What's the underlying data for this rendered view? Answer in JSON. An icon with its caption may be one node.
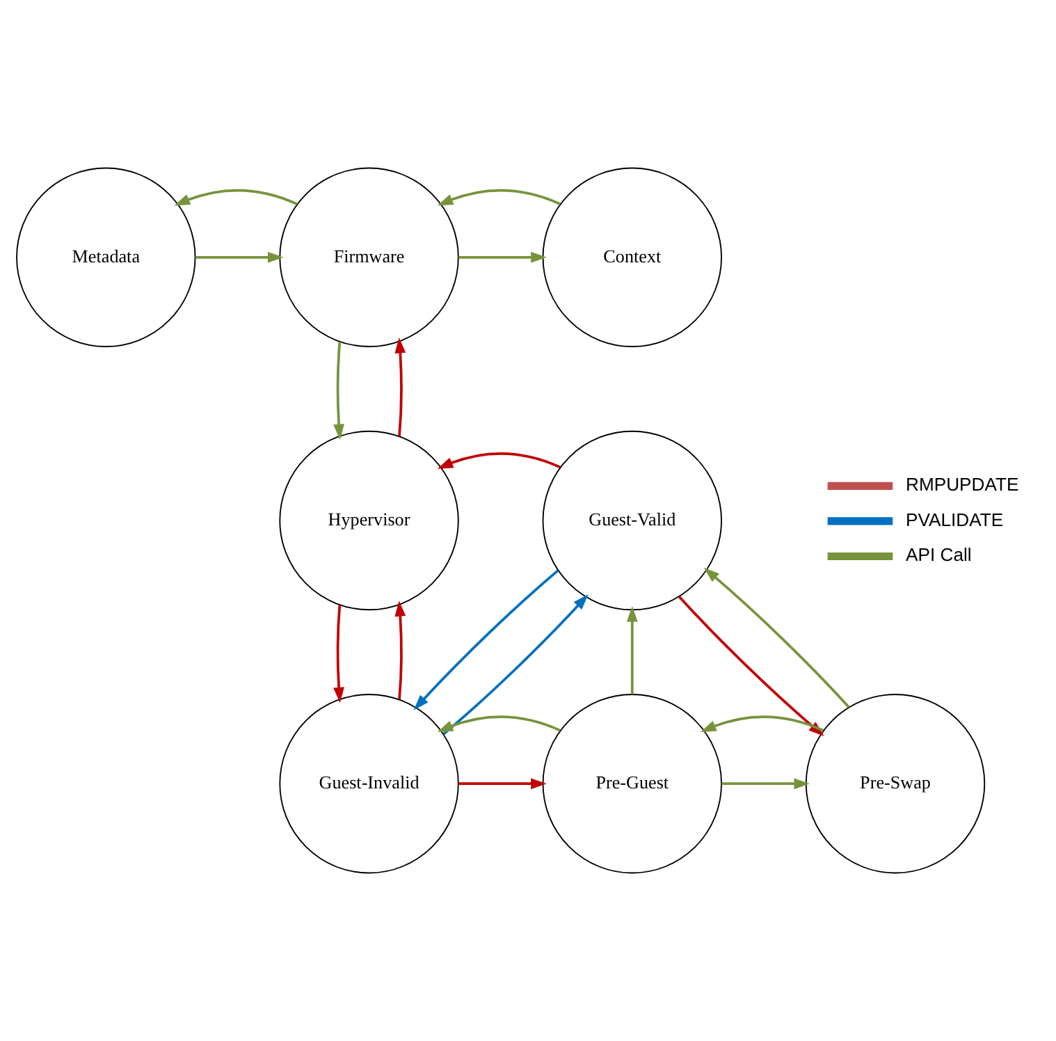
{
  "diagram": {
    "nodes": [
      {
        "text": [
          "Metadata"
        ]
      },
      {
        "text": [
          "Firmware"
        ]
      },
      {
        "text": [
          "Context"
        ]
      },
      {
        "text": [
          "Hypervisor"
        ]
      },
      {
        "text": [
          "Guest-Valid"
        ]
      },
      {
        "text": [
          "Guest-Invalid"
        ]
      },
      {
        "text": [
          "Pre-Guest"
        ]
      },
      {
        "text": [
          "Pre-Swap"
        ]
      }
    ],
    "edges": [
      {
        "from": 0,
        "to": 1,
        "arrow": "to"
      },
      {
        "from": 1,
        "to": 0,
        "arrow": "to"
      },
      {
        "from": 1,
        "to": 2,
        "arrow": "to"
      },
      {
        "from": 2,
        "to": 1,
        "arrow": "to"
      },
      {
        "from": 3,
        "to": 1,
        "arrow": "to",
        "color": "#c00000"
      },
      {
        "from": 1,
        "to": 3,
        "arrow": "to"
      },
      {
        "from": 4,
        "to": 3,
        "arrow": "to",
        "color": "#c00000"
      },
      {
        "from": 3,
        "to": 5,
        "arrow": "to",
        "color": "#c00000"
      },
      {
        "from": 5,
        "to": 3,
        "arrow": "to",
        "color": "#c00000"
      },
      {
        "from": 4,
        "to": 5,
        "arrow": "to",
        "color": "#0070c0"
      },
      {
        "from": 5,
        "to": 4,
        "arrow": "to",
        "color": "#0070c0"
      },
      {
        "from": 6,
        "to": 4,
        "arrow": "to"
      },
      {
        "from": 4,
        "to": 7,
        "arrow": "to",
        "color": "#c00000"
      },
      {
        "from": 7,
        "to": 4,
        "arrow": "to"
      },
      {
        "from": 5,
        "to": 6,
        "arrow": "to",
        "color": "#c00000"
      },
      {
        "from": 6,
        "to": 5,
        "arrow": "to"
      },
      {
        "from": 6,
        "to": 7,
        "arrow": "to"
      },
      {
        "from": 7,
        "to": 6,
        "arrow": "to"
      }
    ],
    "legend": [
      {
        "text": "RMPUPDATE",
        "color": "#c0504d"
      },
      {
        "text": "PVALIDATE",
        "color": "#0070c0"
      },
      {
        "text": "API Call",
        "color": "#77933c"
      }
    ]
  }
}
